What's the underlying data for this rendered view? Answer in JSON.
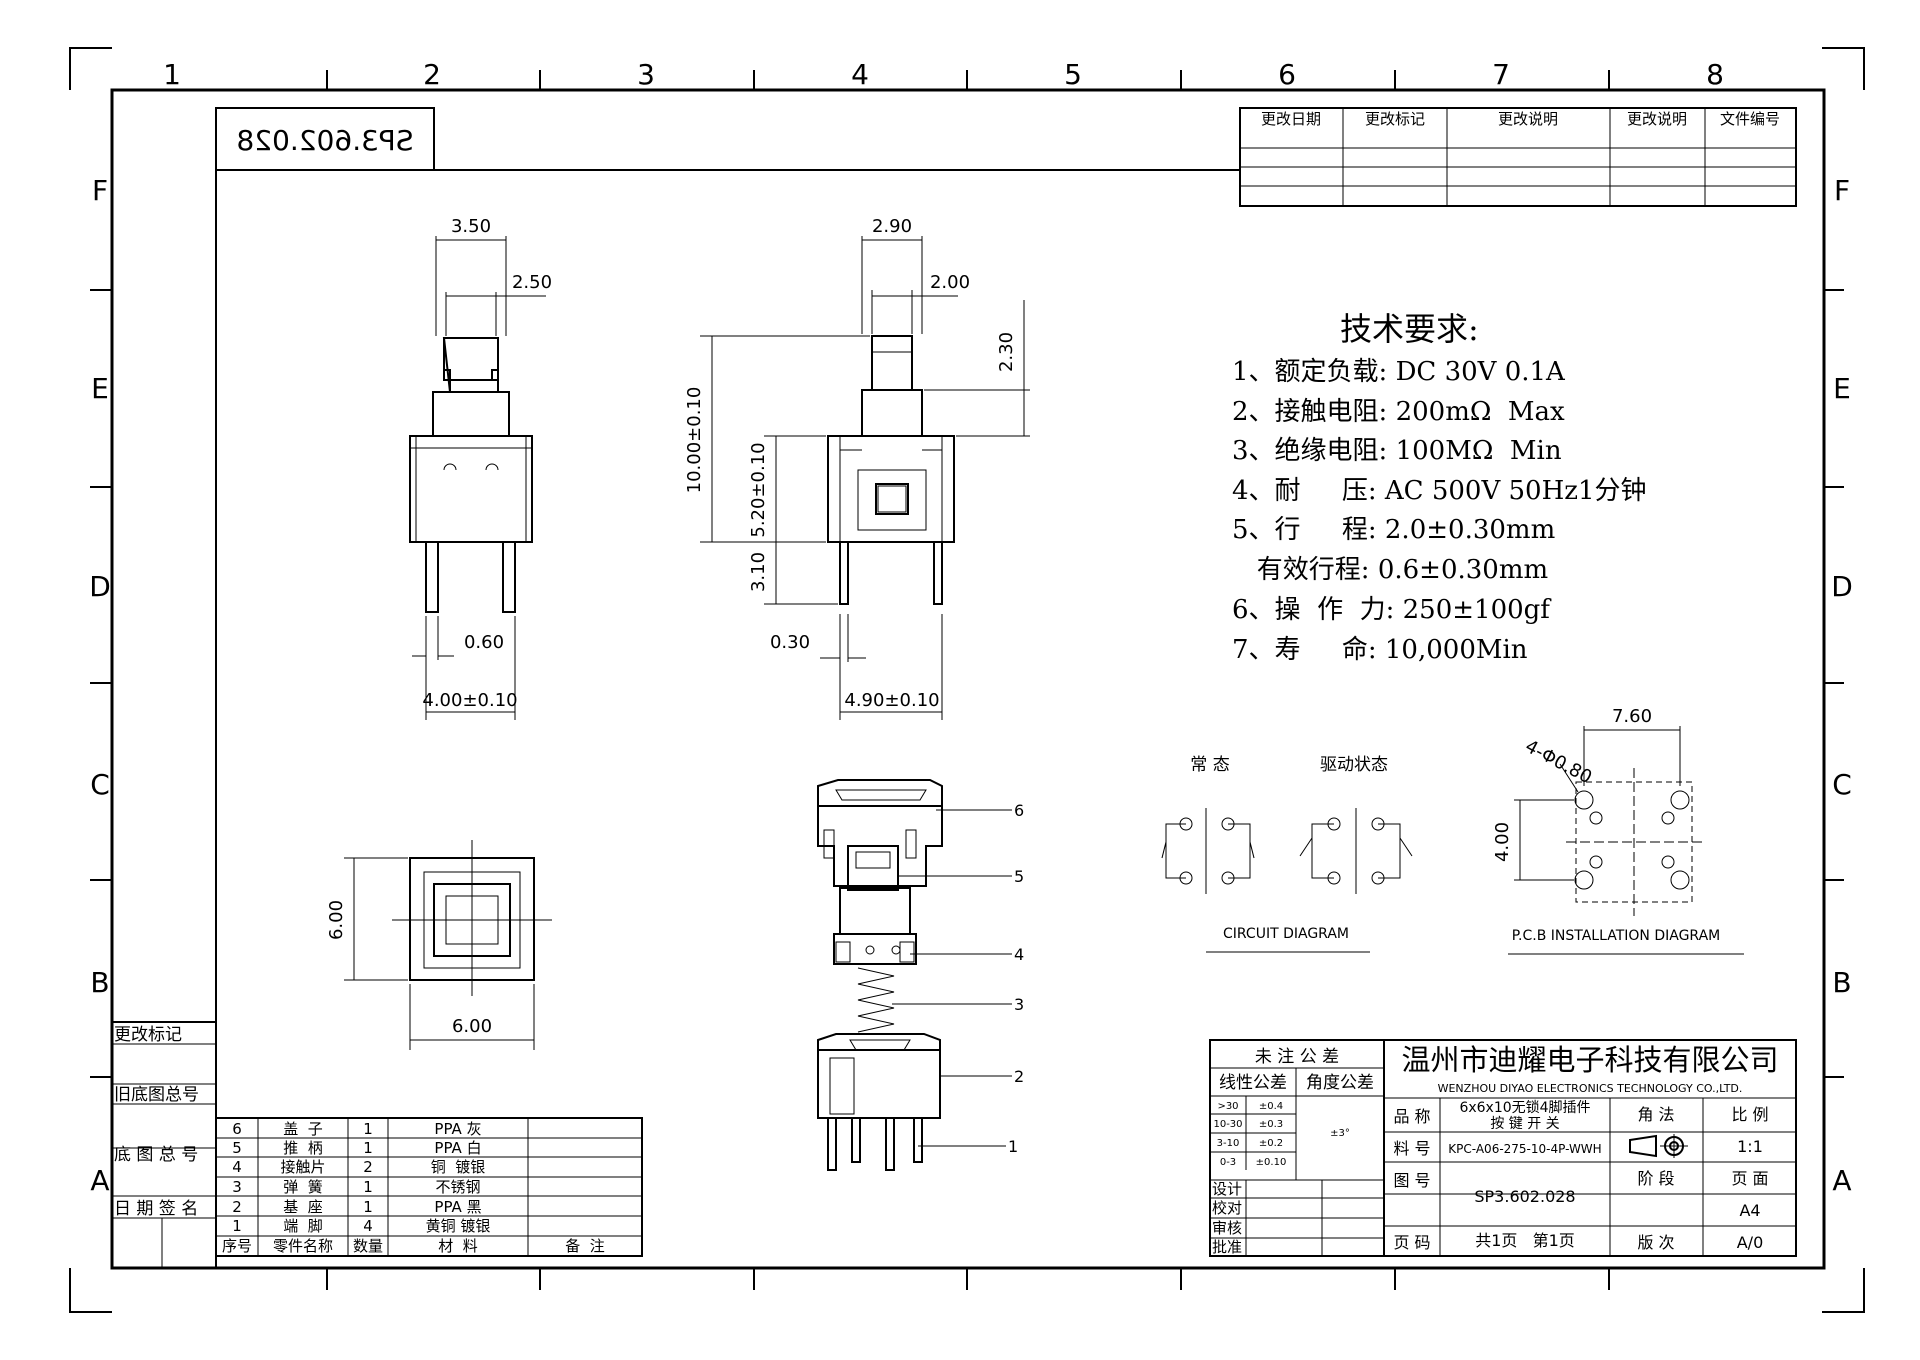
{
  "drawing_no_stamp": "SP3.602.028",
  "zones": {
    "columns": [
      "1",
      "2",
      "3",
      "4",
      "5",
      "6",
      "7",
      "8"
    ],
    "rows": [
      "F",
      "E",
      "D",
      "C",
      "B",
      "A"
    ]
  },
  "revision_table": {
    "headers": [
      "更改日期",
      "更改标记",
      "更改说明",
      "更改说明",
      "文件编号"
    ]
  },
  "dimensions": {
    "front_width_top": "3.50",
    "front_cap": "2.50",
    "front_pin": "0.60",
    "front_body": "4.00±0.10",
    "side_width_top": "2.90",
    "side_cap": "2.00",
    "side_stroke": "2.30",
    "side_height": "10.00±0.10",
    "side_body": "5.20±0.10",
    "side_pin_len": "3.10",
    "side_pin_w": "0.30",
    "side_width": "4.90±0.10",
    "top_height": "6.00",
    "top_width": "6.00",
    "pcb_pitch_x": "7.60",
    "pcb_holes": "4-Φ0.80",
    "pcb_pitch_y": "4.00"
  },
  "tech": {
    "title": "技术要求:",
    "items": [
      "1、额定负载: DC 30V 0.1A",
      "2、接触电阻: 200mΩ  Max",
      "3、绝缘电阻: 100MΩ  Min",
      "4、耐     压: AC 500V 50Hz1分钟",
      "5、行     程: 2.0±0.30mm",
      "   有效行程: 0.6±0.30mm",
      "6、操  作  力: 250±100gf",
      "7、寿     命: 10,000Min"
    ]
  },
  "circuit": {
    "normal_label": "常 态",
    "driven_label": "驱动状态",
    "caption": "CIRCUIT DIAGRAM",
    "pcb_caption": "P.C.B INSTALLATION DIAGRAM"
  },
  "explode_labels": [
    "6",
    "5",
    "4",
    "3",
    "2",
    "1"
  ],
  "left_side_labels": [
    "更改标记",
    "旧底图总号",
    "底 图 总 号",
    "日 期 签 名"
  ],
  "bom": {
    "rows": [
      {
        "no": "6",
        "name": "盖  子",
        "qty": "1",
        "material": "PPA 灰",
        "note": ""
      },
      {
        "no": "5",
        "name": "推  柄",
        "qty": "1",
        "material": "PPA 白",
        "note": ""
      },
      {
        "no": "4",
        "name": "接触片",
        "qty": "2",
        "material": "铜  镀银",
        "note": ""
      },
      {
        "no": "3",
        "name": "弹  簧",
        "qty": "1",
        "material": "不锈钢",
        "note": ""
      },
      {
        "no": "2",
        "name": "基  座",
        "qty": "1",
        "material": "PPA 黑",
        "note": ""
      },
      {
        "no": "1",
        "name": "端  脚",
        "qty": "4",
        "material": "黄铜 镀银",
        "note": ""
      }
    ],
    "header": {
      "no": "序号",
      "name": "零件名称",
      "qty": "数量",
      "material": "材  料",
      "note": "备  注"
    }
  },
  "title_block": {
    "tol_title": "未 注 公 差",
    "linear_tol": "线性公差",
    "angle_tol": "角度公差",
    "tol_rows": [
      {
        "range": ">30",
        "val": "±0.4"
      },
      {
        "range": "10-30",
        "val": "±0.3"
      },
      {
        "range": "3-10",
        "val": "±0.2"
      },
      {
        "range": "0-3",
        "val": "±0.10"
      }
    ],
    "angle_val": "±3°",
    "roles": [
      "设计",
      "校对",
      "审核",
      "批准"
    ],
    "company_cn": "温州市迪耀电子科技有限公司",
    "company_en": "WENZHOU DIYAO ELECTRONICS TECHNOLOGY CO.,LTD.",
    "product_label": "品 称",
    "product_name_1": "6x6x10无锁4脚插件",
    "product_name_2": "按 键 开 关",
    "material_label": "料 号",
    "material_no": "KPC-A06-275-10-4P-WWH",
    "drawing_label": "图 号",
    "drawing_no": "SP3.602.028",
    "page_label": "页 码",
    "page_value": "共1页   第1页",
    "angle_method": "角 法",
    "scale_label": "比 例",
    "scale_value": "1:1",
    "stage_label": "阶 段",
    "sheet_label": "页 面",
    "sheet_value": "A4",
    "version_label": "版 次",
    "version_value": "A/0"
  }
}
